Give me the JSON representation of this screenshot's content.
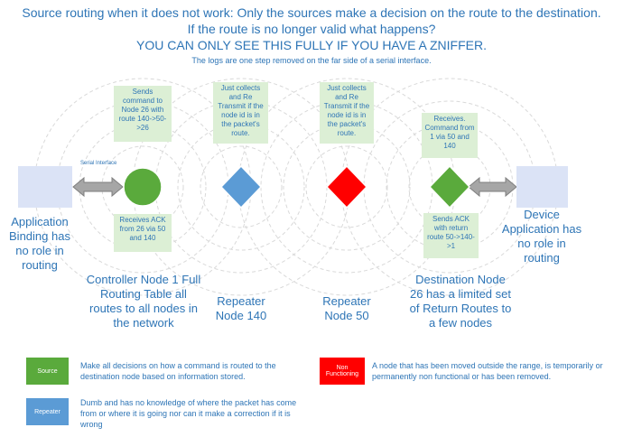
{
  "header": {
    "title_line1": "Source routing when it does not work: Only the sources make a decision on the route to the destination.",
    "title_line2": "If the route is no longer valid what happens?",
    "title_line3": "YOU CAN ONLY SEE THIS FULLY IF YOU HAVE A ZNIFFER.",
    "subtitle": "The logs are one step removed on the far side of a serial interface."
  },
  "serial_label": "Serial Interface",
  "notes": {
    "controller_sends": "Sends command to Node 26 with route 140->50->26",
    "controller_receives": "Receives ACK from 26 via 50 and 140",
    "repeater140": "Just collects and Re Transmit if the node id is in the packet's route.",
    "repeater50": "Just collects and Re Transmit if the node id is in the packet's route.",
    "destination_receives": "Receives. Command from 1 via 50 and 140",
    "destination_sends": "Sends ACK with return route 50->140->1"
  },
  "labels": {
    "application": "Application Binding has no role in routing",
    "controller": "Controller Node 1 Full Routing Table all routes to all nodes in the network",
    "repeater140": "Repeater Node 140",
    "repeater50": "Repeater Node 50",
    "destination": "Destination Node 26 has a limited set of Return Routes to a few nodes",
    "device": "Device Application has no role in routing"
  },
  "legend": {
    "source_label": "Source",
    "source_text": "Make all decisions on how a command is routed to the destination node based on information stored.",
    "repeater_label": "Repeater",
    "repeater_text": "Dumb and has  no knowledge of where the packet has come from or where it is going nor can it make a correction if it is wrong",
    "nonfunctioning_label": "Non Functioning",
    "nonfunctioning_text": "A node that has been moved outside the range, is temporarily or permanently non functional or has been removed."
  },
  "colors": {
    "source": "#5aaa3c",
    "repeater": "#5b9bd5",
    "nonfunctioning": "#ff0000",
    "text": "#2e75b6",
    "note_bg": "#dcefd5",
    "app_box": "#dbe3f6",
    "arrow": "#a6a6a6"
  }
}
